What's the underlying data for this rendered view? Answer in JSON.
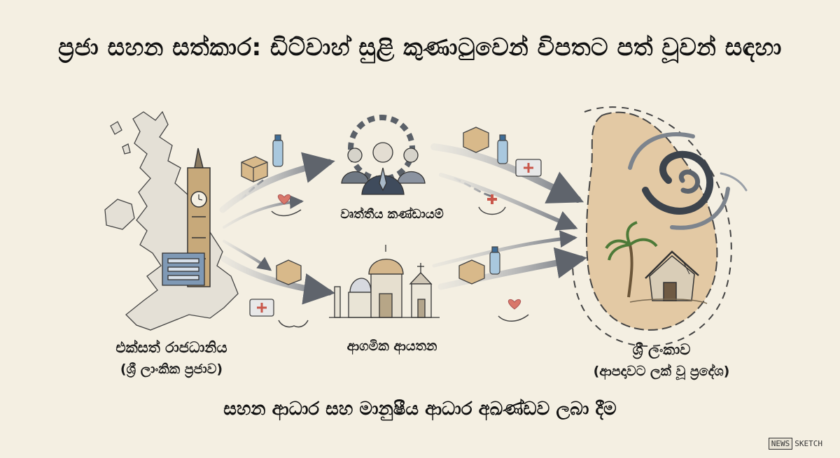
{
  "title": "ප්‍රජා සහන සත්කාර: ඩිට්වාහ් සුළි කුණාටුවෙන් විපතට පත් වූවන් සඳහා",
  "nodes": {
    "uk": {
      "label": "එක්සත් රාජධානිය",
      "sublabel": "(ශ්‍රී ලාංකික ප්‍රජාව)"
    },
    "professional": {
      "label": "වෘත්තීය කණ්ඩායම්"
    },
    "religious": {
      "label": "ආගමික ආයතන"
    },
    "srilanka": {
      "label": "ශ්‍රී ලංකාව",
      "sublabel": "(ආපදාවට ලක් වූ ප්‍රදේශ)"
    }
  },
  "footer": "සහන ආධාර සහ මානුෂීය ආධාර අඛණ්ඩව ලබා දීම",
  "brand": {
    "part1": "NEWS",
    "part2": "SKETCH"
  },
  "colors": {
    "background": "#f4efe2",
    "arrow": "#7a7f88",
    "ink": "#2a2a2a",
    "heart": "#d9776a",
    "map_sand": "#d6b58f"
  }
}
